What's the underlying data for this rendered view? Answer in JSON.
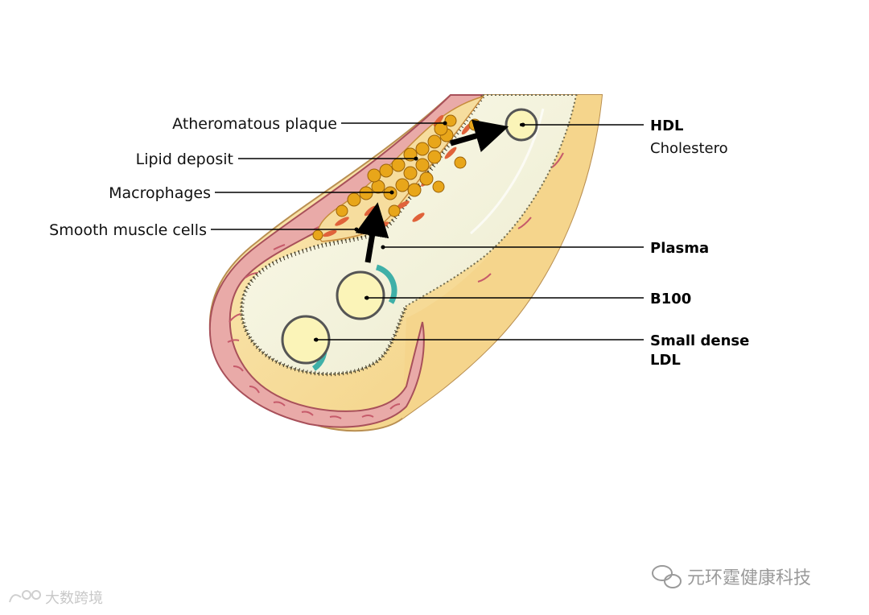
{
  "labels_left": {
    "atheromatous_plaque": "Atheromatous plaque",
    "lipid_deposit": "Lipid deposit",
    "macrophages": "Macrophages",
    "smooth_muscle_cells": "Smooth muscle cells"
  },
  "labels_right": {
    "hdl": "HDL",
    "cholesterol": "Cholestero",
    "plasma": "Plasma",
    "b100": "B100",
    "small_dense_line1": "Small dense",
    "small_dense_line2": "LDL"
  },
  "watermarks": {
    "wechat_account": "元环霆健康科技",
    "bottom_left": "大数跨境"
  },
  "colors": {
    "vessel_outer": "#f7dfa0",
    "vessel_outer_edge": "#c9a060",
    "wall_pink": "#e9a9a8",
    "wall_edge": "#b85a62",
    "lumen": "#f7f5df",
    "lipid": "#e8a61a",
    "particle_fill": "#fbf4b8",
    "particle_ring": "#555555",
    "b100_band": "#3fb0a8"
  }
}
